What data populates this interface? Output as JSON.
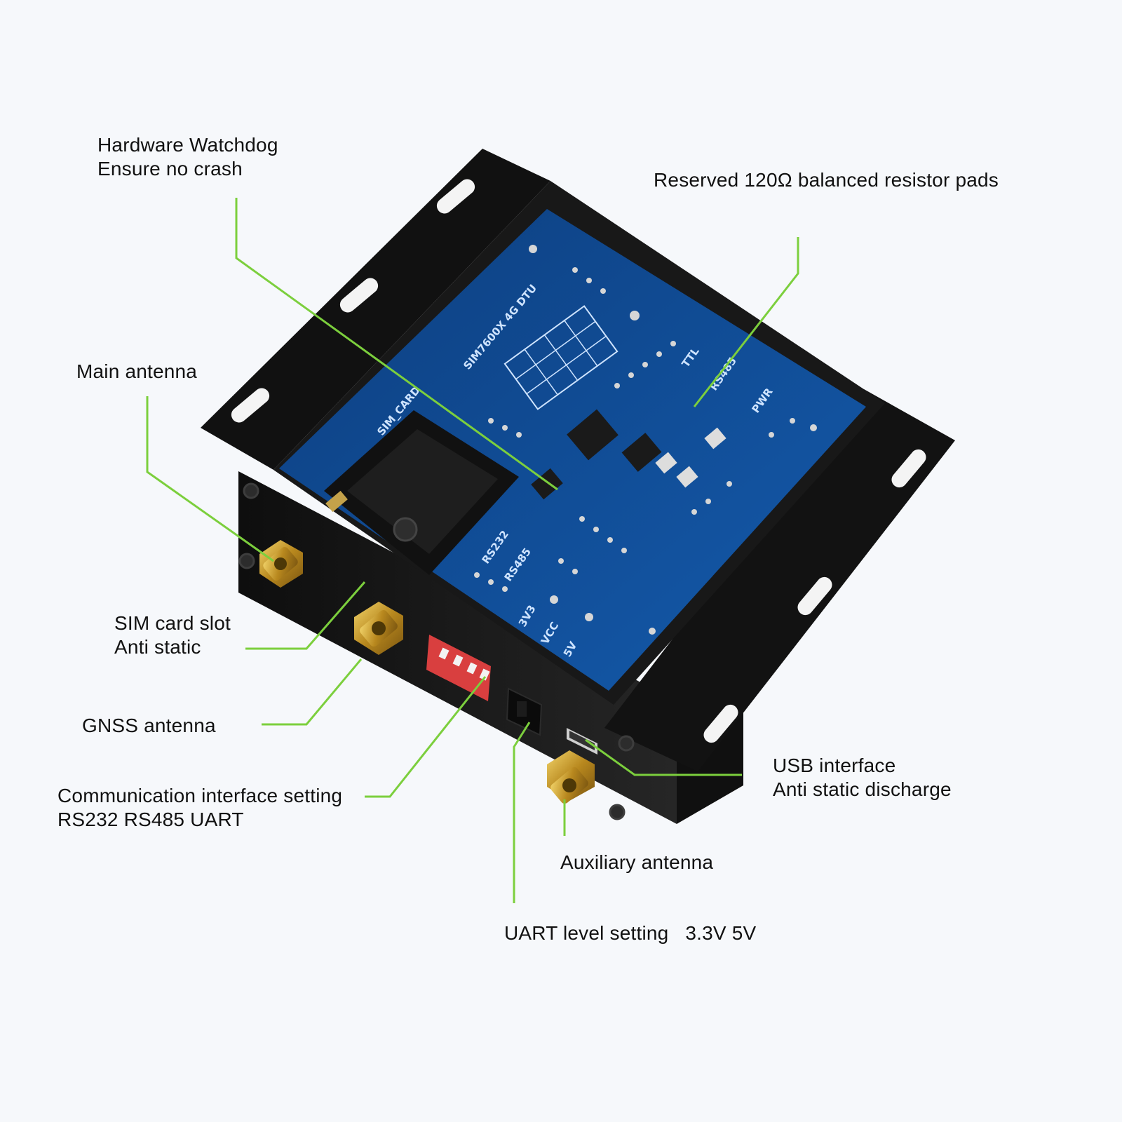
{
  "callouts": {
    "watchdog": {
      "line1": "Hardware Watchdog",
      "line2": "Ensure no crash"
    },
    "resistor": {
      "line1": "Reserved 120Ω balanced resistor pads"
    },
    "main_antenna": {
      "line1": "Main antenna"
    },
    "sim_slot": {
      "line1": "SIM card slot",
      "line2": "Anti static"
    },
    "gnss": {
      "line1": "GNSS antenna"
    },
    "comm": {
      "line1": "Communication interface setting",
      "line2": "RS232 RS485 UART"
    },
    "usb": {
      "line1": "USB interface",
      "line2": "Anti static discharge"
    },
    "aux": {
      "line1": "Auxiliary antenna"
    },
    "uart": {
      "line1": "UART level setting   3.3V 5V"
    }
  },
  "board_marks": {
    "model": "SIM7600X 4G DTU",
    "sim_card": "SIM_CARD",
    "ttl": "TTL",
    "rs485": "RS485",
    "pwr": "PWR",
    "rs232_bot": "RS232",
    "rs485_bot": "RS485",
    "v33": "3V3",
    "vcc": "VCC",
    "v5": "5V"
  },
  "colors": {
    "leader_line": "#7ccf3d",
    "enclosure": "#151515",
    "pcb": "#0f4f9a",
    "connector": "#c9a227",
    "dip_switch": "#e04848"
  },
  "icons": [
    "sma-connector-icon",
    "dip-switch-icon",
    "usb-port-icon",
    "sim-slot-icon"
  ]
}
